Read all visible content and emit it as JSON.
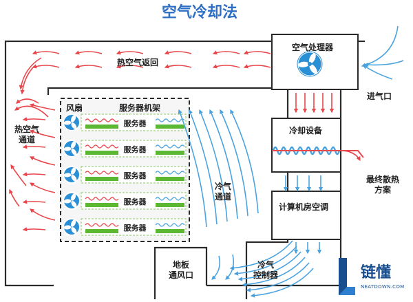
{
  "title": "空气冷却法",
  "labels": {
    "air_handler": "空气处理器",
    "hot_air_return": "热空气返回",
    "air_inlet": "进气口",
    "fan": "风扇",
    "server_rack": "服务器机架",
    "hot_air_channel_line1": "热空气",
    "hot_air_channel_line2": "通道",
    "cooling_equipment": "冷却设备",
    "final_heat_line1": "最终散热",
    "final_heat_line2": "方案",
    "cold_air_channel_line1": "冷气",
    "cold_air_channel_line2": "通道",
    "crac": "计算机房空调",
    "floor_vent_line1": "地板",
    "floor_vent_line2": "通风口",
    "cold_air_ctrl_line1": "冷气",
    "cold_air_ctrl_line2": "控制器"
  },
  "servers": [
    "服务器",
    "服务器",
    "服务器",
    "服务器",
    "服务器"
  ],
  "logo": {
    "text": "链懂",
    "sub": "NEATDOWN.COM"
  },
  "colors": {
    "hot_arrow": "#e8474c",
    "cold_arrow": "#4aa3df",
    "fan_blue": "#2b8fd6",
    "server_bar": "#5cb832",
    "duct_stroke": "#2a2a2a",
    "title": "#2e6fc4"
  }
}
